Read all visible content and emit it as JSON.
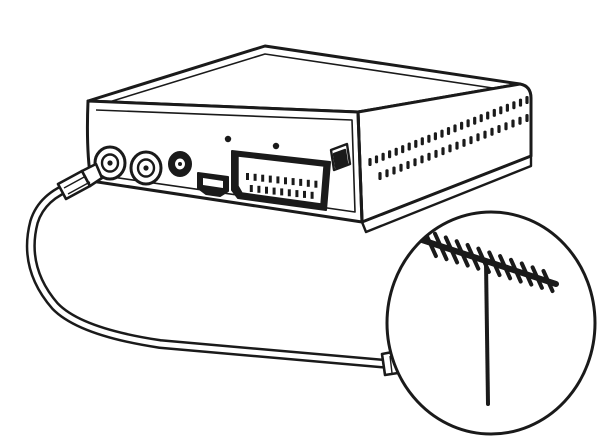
{
  "diagram": {
    "parts": [
      {
        "name": "set-top-box",
        "kind": "device"
      },
      {
        "name": "rf-in-connector",
        "kind": "coaxial-port"
      },
      {
        "name": "rf-out-connector",
        "kind": "coaxial-port"
      },
      {
        "name": "audio-jack",
        "kind": "port"
      },
      {
        "name": "hdmi-port",
        "kind": "port"
      },
      {
        "name": "scart-port",
        "kind": "port"
      },
      {
        "name": "coaxial-cable",
        "kind": "cable"
      },
      {
        "name": "roof-antenna",
        "kind": "antenna"
      }
    ],
    "connections": [
      {
        "from": "rf-in-connector",
        "to": "roof-antenna",
        "via": "coaxial-cable"
      }
    ],
    "colors": {
      "line": "#1a1a1a",
      "fill": "#ffffff"
    }
  }
}
